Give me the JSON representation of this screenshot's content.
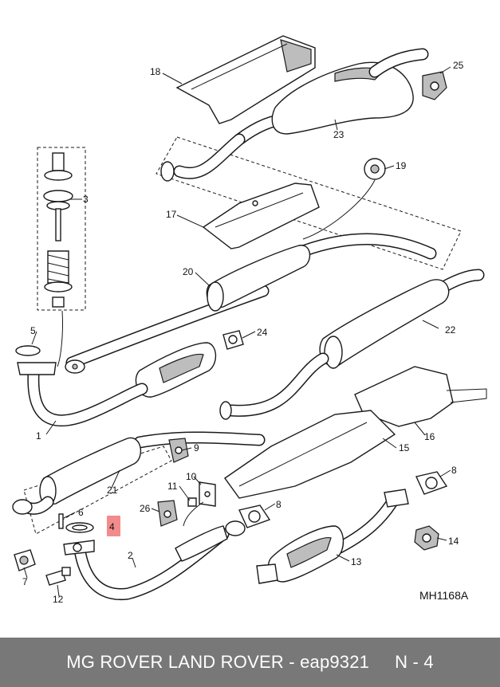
{
  "diagram": {
    "callouts": [
      "1",
      "2",
      "3",
      "4",
      "5",
      "6",
      "7",
      "8",
      "9",
      "10",
      "11",
      "12",
      "13",
      "14",
      "15",
      "16",
      "17",
      "18",
      "19",
      "20",
      "21",
      "22",
      "23",
      "24",
      "25",
      "26"
    ],
    "reference_code": "MH1168A",
    "highlight_color": "#f28b8b"
  },
  "footer": {
    "title": "MG ROVER LAND ROVER - eap9321",
    "page": "N - 4",
    "background": "#787878"
  }
}
